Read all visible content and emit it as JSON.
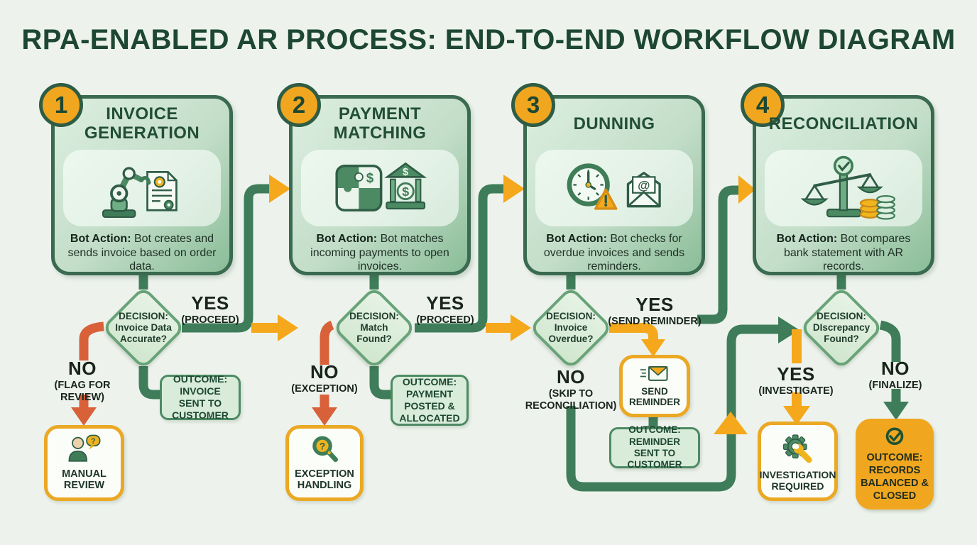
{
  "title": "RPA-ENABLED AR PROCESS: END-TO-END WORKFLOW DIAGRAM",
  "colors": {
    "bg": "#edf3ec",
    "title": "#1d4732",
    "stage-border": "#3a6a50",
    "grad-a": "#ddefe0",
    "grad-b": "#8abd98",
    "heading": "#224e36",
    "badge": "#f0a61f",
    "badge-border": "#2e5c44",
    "green": "#3f7d5a",
    "green-mid": "#6fae85",
    "orange": "#f5a81c",
    "red": "#d8613a",
    "dia-border": "#68a377",
    "outcome-fill": "#d8ecd9",
    "outcome-border": "#4d8a63",
    "white-box": "#fbfdf8",
    "amber-border": "#eba824",
    "coin": "#f0b41e"
  },
  "stages": [
    {
      "number": "1",
      "title": "INVOICE GENERATION",
      "bot_prefix": "Bot Action: ",
      "bot_text": "Bot creates and sends invoice based on order data.",
      "icon": "robot-arm-invoice"
    },
    {
      "number": "2",
      "title": "PAYMENT MATCHING",
      "bot_prefix": "Bot Action: ",
      "bot_text": "Bot matches incoming payments to open invoices.",
      "icon": "puzzle-bank"
    },
    {
      "number": "3",
      "title": "DUNNING",
      "bot_prefix": "Bot Action: ",
      "bot_text": "Bot checks for overdue invoices and sends reminders.",
      "icon": "overdue-clock-email"
    },
    {
      "number": "4",
      "title": "RECONCILIATION",
      "bot_prefix": "Bot Action: ",
      "bot_text": "Bot compares bank statement with AR records.",
      "icon": "balance-scale-coins"
    }
  ],
  "decisions": [
    {
      "prefix": "DECISION:",
      "q1": "Invoice Data",
      "q2": "Accurate?",
      "yes": "YES",
      "yes_sub": "(PROCEED)",
      "no": "NO",
      "no_sub": "(FLAG FOR REVIEW)"
    },
    {
      "prefix": "DECISION:",
      "q1": "Match",
      "q2": "Found?",
      "yes": "YES",
      "yes_sub": "(PROCEED)",
      "no": "NO",
      "no_sub": "(EXCEPTION)"
    },
    {
      "prefix": "DECISION:",
      "q1": "Invoice",
      "q2": "Overdue?",
      "yes": "YES",
      "yes_sub": "(SEND REMINDER)",
      "no": "NO",
      "no_sub": "(SKIP TO RECONCILIATION)"
    },
    {
      "prefix": "DECISION:",
      "q1": "DIscrepancy",
      "q2": "Found?",
      "yes": "YES",
      "yes_sub": "(INVESTIGATE)",
      "no": "NO",
      "no_sub": "(FINALIZE)"
    }
  ],
  "outcomes": [
    {
      "text": "OUTCOME: INVOICE SENT TO CUSTOMER"
    },
    {
      "text": "OUTCOME: PAYMENT POSTED & ALLOCATED"
    },
    {
      "text": "OUTCOME: REMINDER SENT TO CUSTOMER"
    }
  ],
  "actions": [
    {
      "label": "MANUAL REVIEW",
      "icon": "person-question"
    },
    {
      "label": "EXCEPTION HANDLING",
      "icon": "magnifier-question"
    },
    {
      "label": "SEND REMINDER",
      "icon": "speeding-envelope"
    },
    {
      "label": "INVESTIGATION REQUIRED",
      "icon": "gear-wrench"
    }
  ],
  "final_outcome": {
    "label": "OUTCOME: RECORDS BALANCED & CLOSED",
    "icon": "check-circle"
  }
}
